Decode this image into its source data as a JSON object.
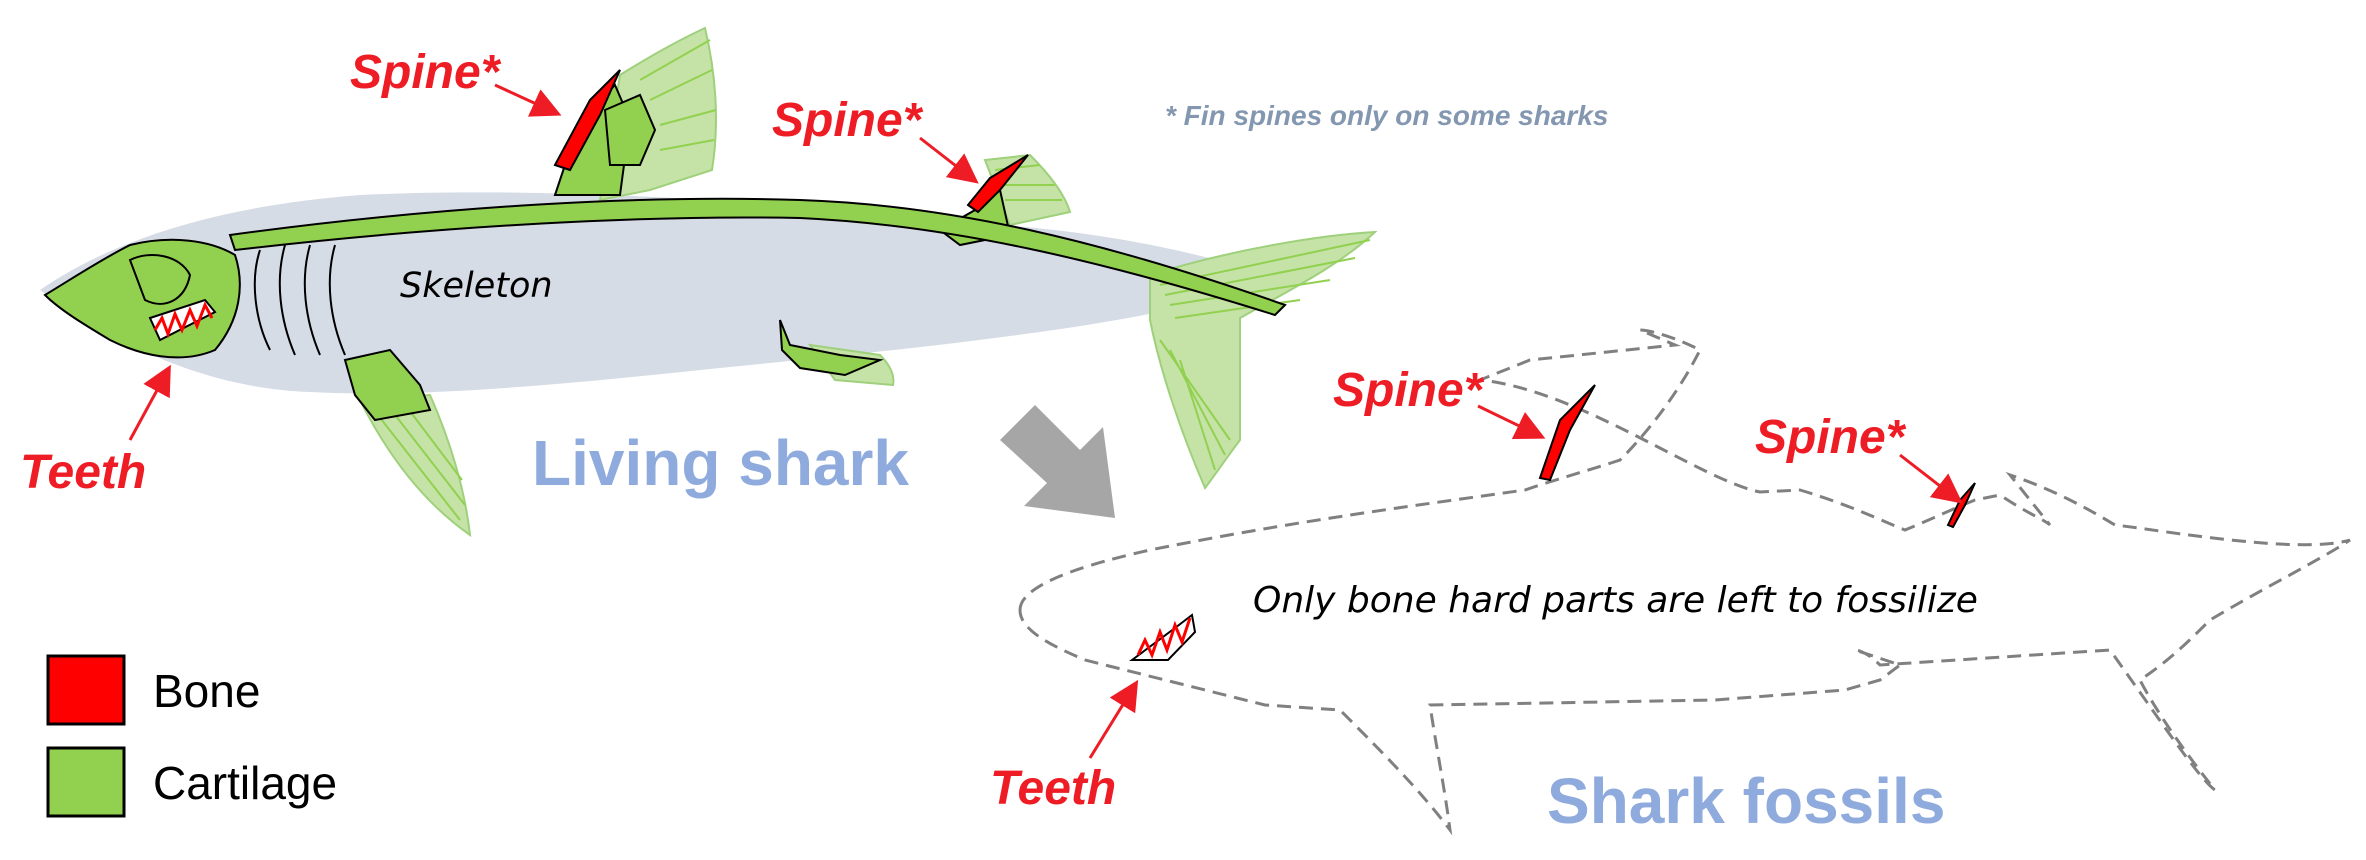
{
  "labels": {
    "spine": "Spine*",
    "teeth": "Teeth",
    "skeleton": "Skeleton",
    "footnote": "* Fin spines only on some sharks",
    "living_shark": "Living shark",
    "shark_fossils": "Shark fossils",
    "fossil_caption": "Only bone hard parts are left to fossilize"
  },
  "legend": [
    {
      "label": "Bone",
      "color": "#ff0000"
    },
    {
      "label": "Cartilage",
      "color": "#92d050"
    }
  ],
  "colors": {
    "bone": "#ff0000",
    "cartilage": "#92d050",
    "cartilage_light": "#c5e3a6",
    "body_silhouette": "#d6dce5",
    "label_red": "#ee1c24",
    "title_blue": "#8faadc",
    "note_gray": "#8497b0",
    "arrow_gray": "#a6a6a6",
    "outline_dash": "#808080"
  }
}
